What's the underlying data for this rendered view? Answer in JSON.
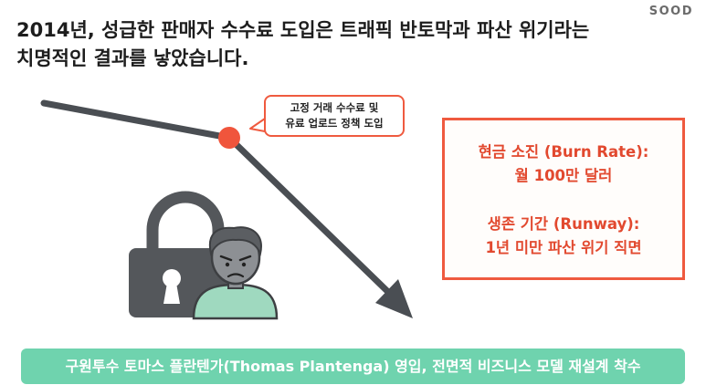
{
  "brand": "SOOD",
  "headline": {
    "line1": "2014년, 성급한 판매자 수수료 도입은 트래픽 반토막과 파산 위기라는",
    "line2": "치명적인 결과를 낳았습니다."
  },
  "callout": {
    "line1": "고정 거래 수수료 및",
    "line2": "유료 업로드 정책 도입"
  },
  "stats": {
    "burn_label": "현금 소진 (Burn Rate):",
    "burn_value": "월 100만 달러",
    "runway_label": "생존 기간 (Runway):",
    "runway_value": "1년 미만 파산 위기 직면"
  },
  "banner": "구원투수 토마스 플란텐가(Thomas Plantenga) 영입, 전면적 비즈니스 모델 재설계 착수",
  "icons": [
    "trend-down-arrow-icon",
    "event-marker-icon",
    "padlock-icon",
    "keyhole-icon",
    "worried-person-icon"
  ],
  "colors": {
    "accent": "#ef5a3f",
    "banner": "#6fd3ae",
    "arrow": "#4a4e53",
    "padlock": "#54575b",
    "person_skin": "#8d9094",
    "person_shirt": "#9fd9bf"
  }
}
